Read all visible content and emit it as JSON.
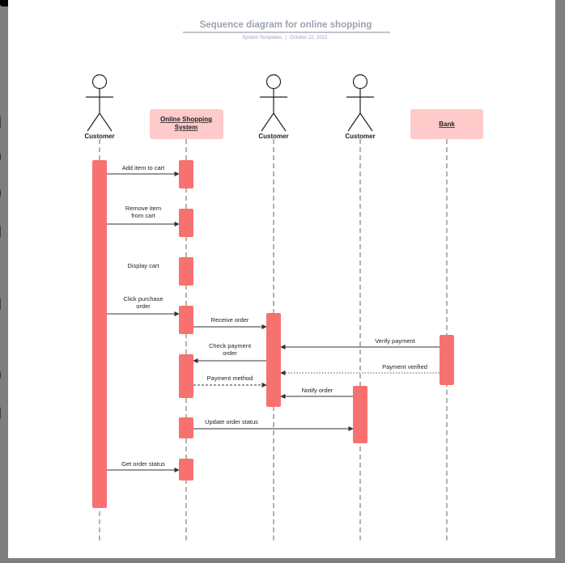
{
  "title": "Sequence diagram for online shopping",
  "subtitle_source": "System Templates",
  "subtitle_date": "October 22, 2022",
  "background_glyphs": [
    "c",
    "n",
    "o",
    "o",
    "n",
    "t",
    "n",
    "t",
    "o",
    "n"
  ],
  "colors": {
    "activation": "#f87171",
    "object_fill": "#fecaca",
    "line": "#333333",
    "title": "#9ca3af"
  },
  "participants": [
    {
      "id": "customer1",
      "label": "Customer",
      "kind": "actor"
    },
    {
      "id": "system",
      "label": "Online Shopping\nSystem",
      "kind": "object"
    },
    {
      "id": "customer2",
      "label": "Customer",
      "kind": "actor"
    },
    {
      "id": "customer3",
      "label": "Customer",
      "kind": "actor"
    },
    {
      "id": "bank",
      "label": "Bank",
      "kind": "object"
    }
  ],
  "messages": [
    {
      "from": "customer1",
      "to": "system",
      "label": "Add item to cart",
      "style": "solid"
    },
    {
      "from": "customer1",
      "to": "system",
      "label": "Remove item\nfrom cart",
      "style": "solid"
    },
    {
      "from": "customer1",
      "to": "system",
      "label": "Display cart",
      "style": "none"
    },
    {
      "from": "customer1",
      "to": "system",
      "label": "Click purchase\norder",
      "style": "solid"
    },
    {
      "from": "system",
      "to": "customer2",
      "label": "Receive order",
      "style": "solid"
    },
    {
      "from": "bank",
      "to": "customer2",
      "label": "Verify payment",
      "style": "solid"
    },
    {
      "from": "customer2",
      "to": "system",
      "label": "Check payment\norder",
      "style": "solid"
    },
    {
      "from": "bank",
      "to": "customer2",
      "label": "Payment verified",
      "style": "dotted"
    },
    {
      "from": "system",
      "to": "customer2",
      "label": "Payment method",
      "style": "dashed"
    },
    {
      "from": "customer3",
      "to": "customer2",
      "label": "Notify order",
      "style": "solid"
    },
    {
      "from": "system",
      "to": "customer3",
      "label": "Update order status",
      "style": "solid"
    },
    {
      "from": "customer1",
      "to": "system",
      "label": "Get order status",
      "style": "solid"
    }
  ]
}
